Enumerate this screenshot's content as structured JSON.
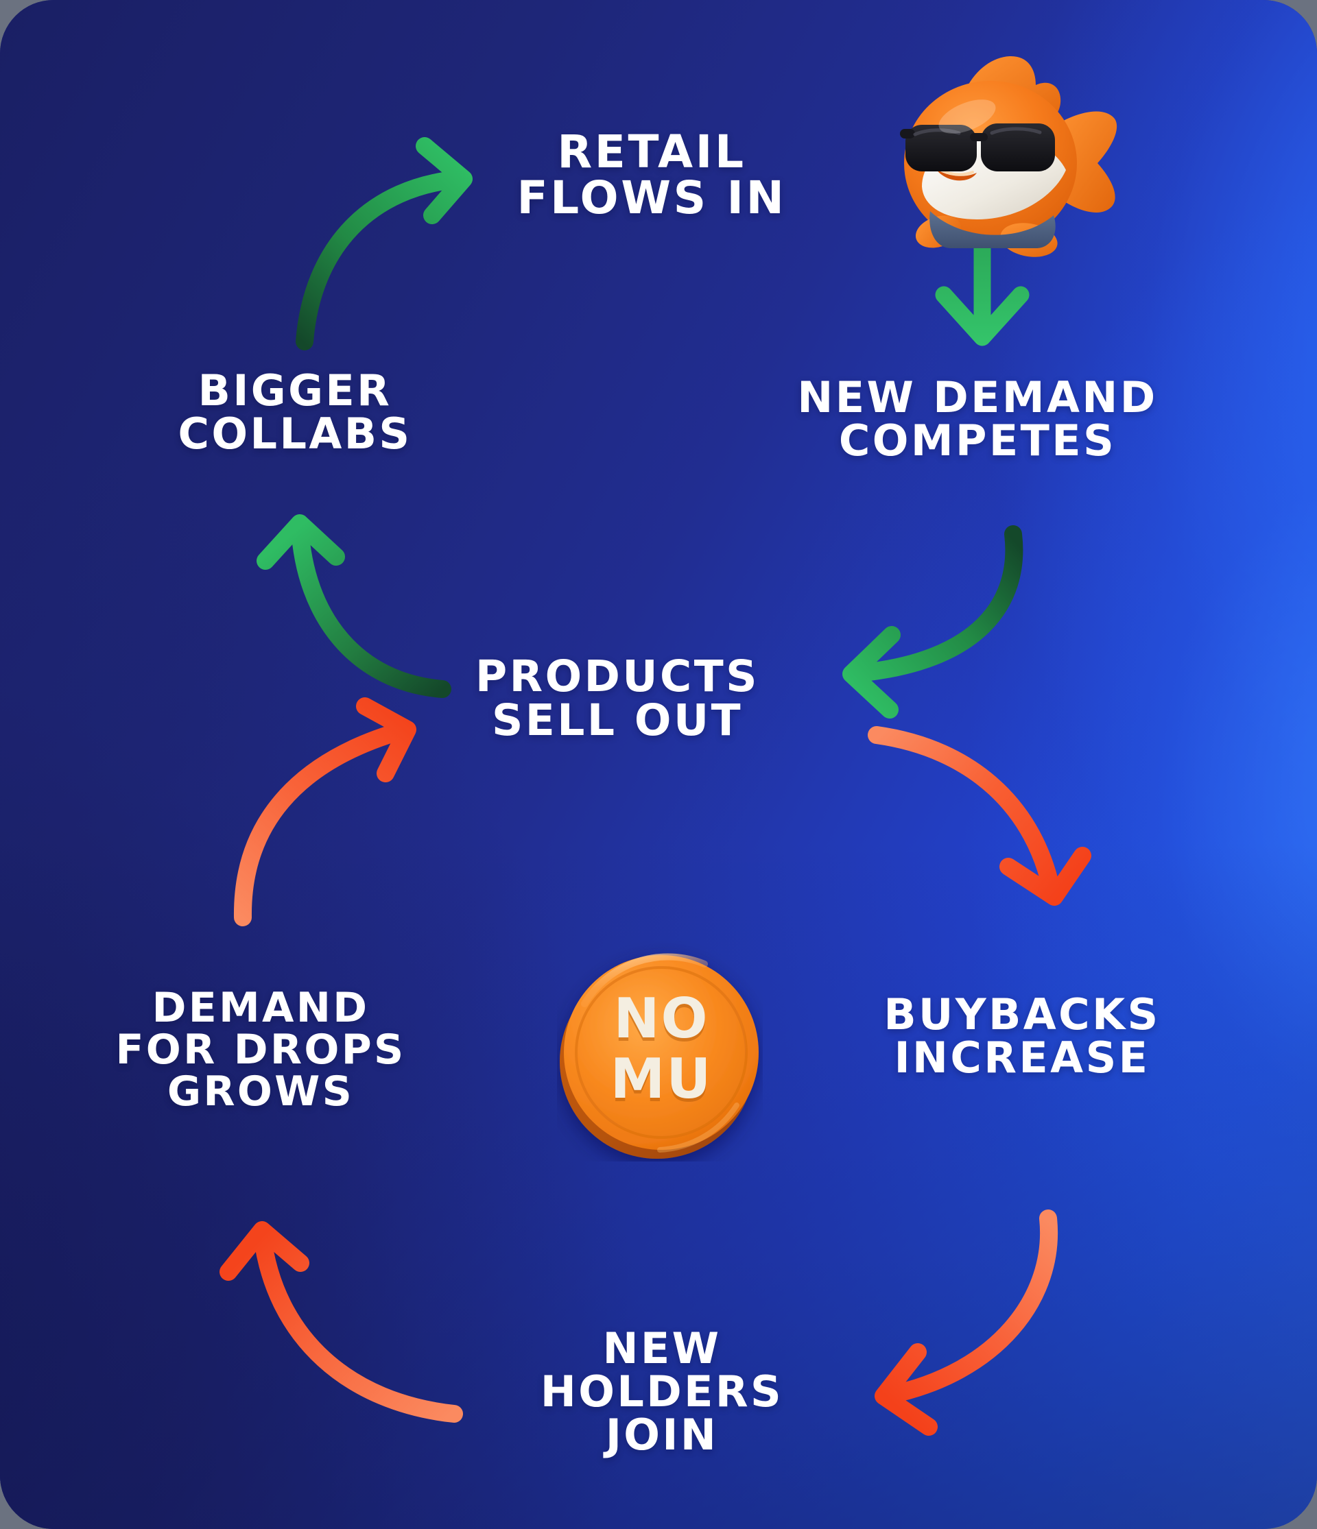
{
  "graphic": {
    "kind": "flywheel-cycle-diagram",
    "title_text": "",
    "background_color": "#222a7d",
    "background_accent_color": "#2f6bfa",
    "arrow_green_dark": "#14482a",
    "arrow_green_light": "#2fbc63",
    "arrow_orange_dark": "#f4471c",
    "arrow_orange_light": "#fa7f55",
    "label_color": "#ffffff"
  },
  "nodes": {
    "retail_flows_in": "Retail\nFlows In",
    "new_demand_competes": "New Demand\nCompetes",
    "products_sell_out": "Products\nSell Out",
    "buybacks_increase": "Buybacks\nIncrease",
    "new_holders_join": "New\nHolders\nJoin",
    "demand_for_drops_grows": "Demand\nFor Drops\nGrows",
    "bigger_collabs": "Bigger\nCollabs"
  },
  "coin": {
    "line1": "NO",
    "line2": "MU",
    "face_color": "#f58220",
    "rim_color": "#d96a10",
    "text_color": "#f2ece0"
  },
  "mascot": {
    "name": "goldfish-mascot",
    "body_color": "#f3761a",
    "shirt_color": "#f3f0ea",
    "jeans_color": "#4e617c",
    "sunglasses_color": "#16161a"
  },
  "arrows": [
    {
      "name": "arrow-bigger-collabs-to-retail",
      "color": "green",
      "from": "bigger_collabs",
      "to": "retail_flows_in"
    },
    {
      "name": "arrow-retail-to-new-demand",
      "color": "green",
      "from": "retail_flows_in",
      "to": "new_demand_competes"
    },
    {
      "name": "arrow-new-demand-to-products",
      "color": "green",
      "from": "new_demand_competes",
      "to": "products_sell_out"
    },
    {
      "name": "arrow-products-to-buybacks",
      "color": "orange",
      "from": "products_sell_out",
      "to": "buybacks_increase"
    },
    {
      "name": "arrow-buybacks-to-new-holders",
      "color": "orange",
      "from": "buybacks_increase",
      "to": "new_holders_join"
    },
    {
      "name": "arrow-new-holders-to-demand-drops",
      "color": "orange",
      "from": "new_holders_join",
      "to": "demand_for_drops_grows"
    },
    {
      "name": "arrow-demand-drops-to-products",
      "color": "orange",
      "from": "demand_for_drops_grows",
      "to": "products_sell_out"
    },
    {
      "name": "arrow-products-to-bigger-collabs",
      "color": "green",
      "from": "products_sell_out",
      "to": "bigger_collabs"
    }
  ]
}
